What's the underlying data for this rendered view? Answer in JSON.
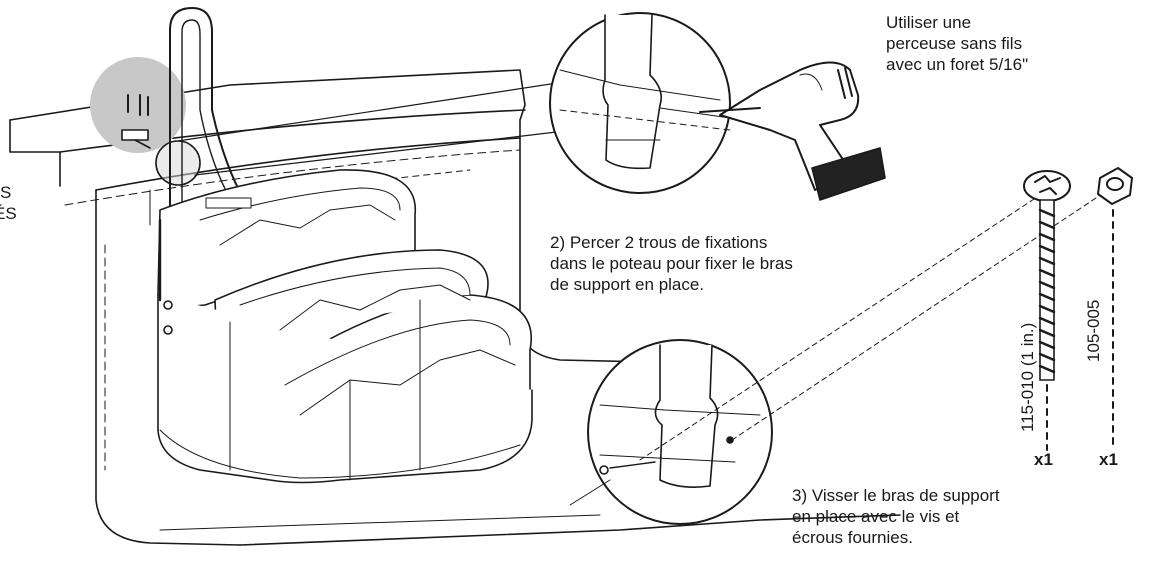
{
  "notes": {
    "drill_tip": [
      "Utiliser une",
      "perceuse sans fils",
      "avec un foret 5/16\""
    ],
    "step2": [
      "2) Percer 2 trous de fixations",
      "dans le poteau pour fixer le bras",
      "de support en place."
    ],
    "step3": [
      "3) Visser le bras de support",
      "en place avec le vis et",
      "écrous fournies."
    ],
    "left_cut": [
      "S",
      "ÉS"
    ]
  },
  "parts": [
    {
      "code": "115-010 (1 in.)",
      "qty": "x1",
      "icon": "bolt-icon"
    },
    {
      "code": "105-005",
      "qty": "x1",
      "icon": "nut-icon"
    }
  ],
  "colors": {
    "line": "#1a1a1a",
    "highlight": "#c8c8c8",
    "fill": "#ffffff",
    "drill_dark": "#222222"
  }
}
